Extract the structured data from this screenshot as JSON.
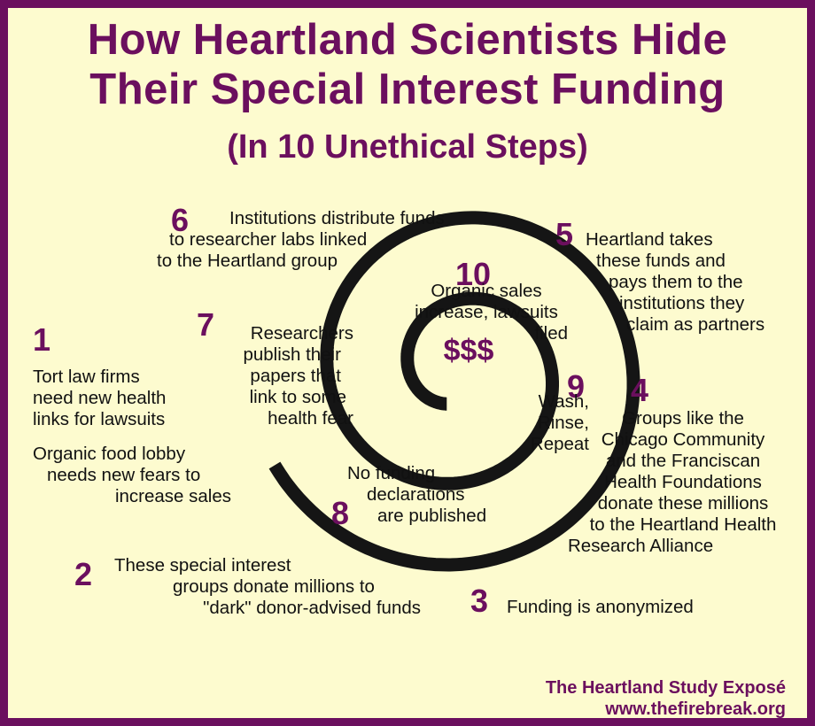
{
  "title_line1": "How Heartland Scientists Hide",
  "title_line2": "Their Special Interest Funding",
  "subtitle": "(In 10 Unethical Steps)",
  "center_label": "$$$",
  "steps": [
    {
      "number": "1",
      "lines": [
        "Tort law firms",
        "need new health",
        "links for lawsuits"
      ],
      "extra_lines": [
        "Organic food lobby",
        "needs new fears to",
        "increase sales"
      ]
    },
    {
      "number": "2",
      "lines": [
        "These special interest",
        "groups donate millions to",
        "\"dark\" donor-advised funds"
      ]
    },
    {
      "number": "3",
      "lines": [
        "Funding is anonymized"
      ]
    },
    {
      "number": "4",
      "lines": [
        "Groups like the",
        "Chicago Community",
        "and the Franciscan",
        "Health Foundations",
        "donate these millions",
        "to the Heartland Health",
        "Research Alliance"
      ]
    },
    {
      "number": "5",
      "lines": [
        "Heartland takes",
        "these funds and",
        "pays them to the",
        "institutions they",
        "claim as partners"
      ]
    },
    {
      "number": "6",
      "lines": [
        "Institutions distribute funds",
        "to researcher labs linked",
        "to the Heartland group"
      ]
    },
    {
      "number": "7",
      "lines": [
        "Researchers",
        "publish their",
        "papers that",
        "link to some",
        "health fear"
      ]
    },
    {
      "number": "8",
      "lines": [
        "No funding",
        "declarations",
        "are published"
      ]
    },
    {
      "number": "9",
      "lines": [
        "Wash,",
        "Rinse,",
        "Repeat"
      ]
    },
    {
      "number": "10",
      "lines": [
        "Organic sales",
        "increase, lawsuits",
        "filed"
      ]
    }
  ],
  "footer": {
    "line1": "The Heartland Study Exposé",
    "line2": "www.thefirebreak.org"
  },
  "colors": {
    "border": "#6b0f5e",
    "background": "#fdfbcf",
    "accent": "#6b0f5e",
    "spiral": "#151515",
    "text": "#111111"
  }
}
